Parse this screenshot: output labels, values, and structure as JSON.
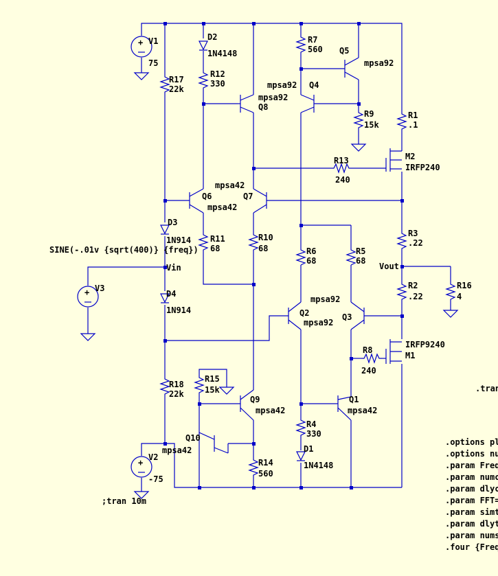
{
  "sources": {
    "v1": {
      "name": "V1",
      "value": "75"
    },
    "v2": {
      "name": "V2",
      "value": "-75"
    },
    "v3": {
      "name": "V3",
      "value": "SINE(-.01v {sqrt(400)} {freq})"
    }
  },
  "resistors": {
    "r1": {
      "name": "R1",
      "value": ".1"
    },
    "r2": {
      "name": "R2",
      "value": ".22"
    },
    "r3": {
      "name": "R3",
      "value": ".22"
    },
    "r4": {
      "name": "R4",
      "value": "330"
    },
    "r5": {
      "name": "R5",
      "value": "68"
    },
    "r6": {
      "name": "R6",
      "value": "68"
    },
    "r7": {
      "name": "R7",
      "value": "560"
    },
    "r8": {
      "name": "R8",
      "value": "240"
    },
    "r9": {
      "name": "R9",
      "value": "15k"
    },
    "r10": {
      "name": "R10",
      "value": "68"
    },
    "r11": {
      "name": "R11",
      "value": "68"
    },
    "r12": {
      "name": "R12",
      "value": "330"
    },
    "r13": {
      "name": "R13",
      "value": "240"
    },
    "r14": {
      "name": "R14",
      "value": "560"
    },
    "r15": {
      "name": "R15",
      "value": "15k"
    },
    "r16": {
      "name": "R16",
      "value": "4"
    },
    "r17": {
      "name": "R17",
      "value": "22k"
    },
    "r18": {
      "name": "R18",
      "value": "22k"
    }
  },
  "diodes": {
    "d1": {
      "name": "D1",
      "value": "1N4148"
    },
    "d2": {
      "name": "D2",
      "value": "1N4148"
    },
    "d3": {
      "name": "D3",
      "value": "1N914"
    },
    "d4": {
      "name": "D4",
      "value": "1N914"
    }
  },
  "transistors": {
    "q1": {
      "name": "Q1",
      "value": "mpsa42"
    },
    "q2": {
      "name": "Q2",
      "value": "mpsa92"
    },
    "q3": {
      "name": "Q3",
      "value": "mpsa92"
    },
    "q4": {
      "name": "Q4",
      "value": "mpsa92"
    },
    "q5": {
      "name": "Q5",
      "value": "mpsa92"
    },
    "q6": {
      "name": "Q6",
      "value": "mpsa42"
    },
    "q7": {
      "name": "Q7",
      "value": "mpsa42"
    },
    "q8": {
      "name": "Q8",
      "value": "mpsa92"
    },
    "q9": {
      "name": "Q9",
      "value": "mpsa42"
    },
    "q10": {
      "name": "Q10",
      "value": "mpsa42"
    },
    "m1": {
      "name": "M1",
      "value": "IRFP9240"
    },
    "m2": {
      "name": "M2",
      "value": "IRFP240"
    }
  },
  "nets": {
    "vin": "Vin",
    "vout": "Vout"
  },
  "directives": {
    "tran_comment": ";tran 10m",
    "tran_right": ".tran",
    "lines": [
      ".options plot",
      ".options num",
      ".param Freq",
      ".param numc",
      ".param dlycy",
      ".param FFT=",
      ".param simti",
      ".param dlyti",
      ".param nums",
      ".four {Freq}"
    ]
  }
}
